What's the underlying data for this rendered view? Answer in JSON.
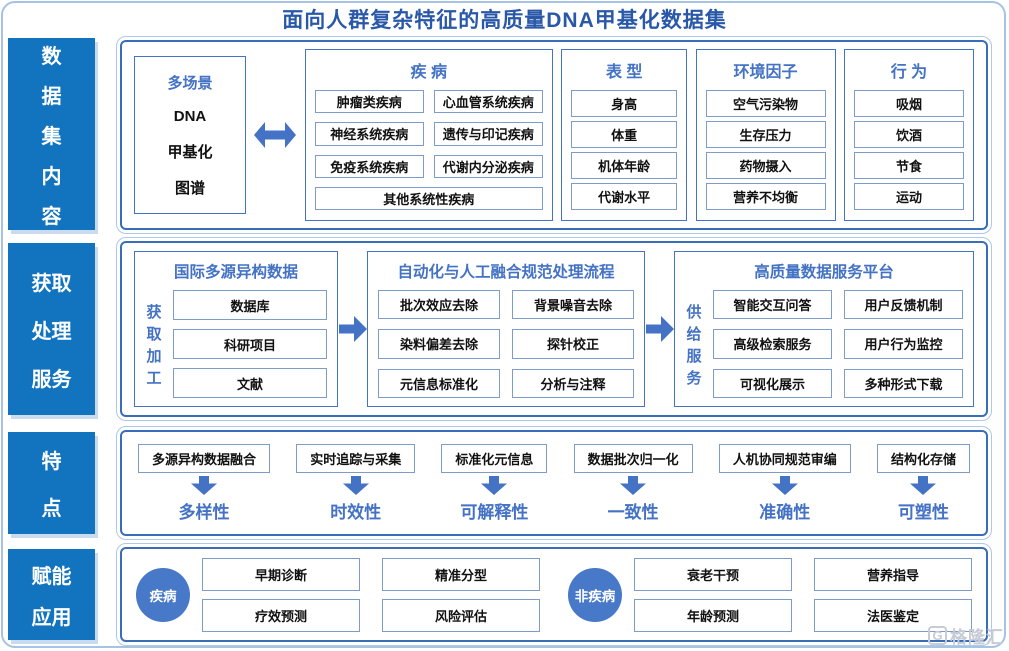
{
  "title": "面向人群复杂特征的高质量DNA甲基化数据集",
  "watermark": {
    "logo": "G",
    "text": "格隆汇"
  },
  "colors": {
    "sidebar_blue": "#1273BF",
    "accent_blue": "#4472C4",
    "container_border": "#3A6DB8",
    "item_border": "#7E9CC9",
    "title_blue": "#2A58A8",
    "circle_blue": "#4779C8"
  },
  "dataset": {
    "sidebar_chars": [
      "数",
      "据",
      "集",
      "内",
      "容"
    ],
    "scene": {
      "header": "多场景",
      "lines": [
        "DNA",
        "甲基化",
        "图谱"
      ]
    },
    "disease": {
      "header": "疾 病",
      "items": [
        "肿瘤类疾病",
        "心血管系统疾病",
        "神经系统疾病",
        "遗传与印记疾病",
        "免疫系统疾病",
        "代谢内分泌疾病"
      ],
      "wide_item": "其他系统性疾病"
    },
    "phenotype": {
      "header": "表 型",
      "items": [
        "身高",
        "体重",
        "机体年龄",
        "代谢水平"
      ]
    },
    "environment": {
      "header": "环境因子",
      "items": [
        "空气污染物",
        "生存压力",
        "药物摄入",
        "营养不均衡"
      ]
    },
    "behavior": {
      "header": "行 为",
      "items": [
        "吸烟",
        "饮酒",
        "节食",
        "运动"
      ]
    }
  },
  "pipeline": {
    "sidebar_lines": [
      "获取",
      "处理",
      "服务"
    ],
    "source": {
      "header": "国际多源异构数据",
      "vertical_chars": [
        "获",
        "取",
        "加",
        "工"
      ],
      "items": [
        "数据库",
        "科研项目",
        "文献"
      ]
    },
    "process": {
      "header": "自动化与人工融合规范处理流程",
      "items": [
        "批次效应去除",
        "背景噪音去除",
        "染料偏差去除",
        "探针校正",
        "元信息标准化",
        "分析与注释"
      ]
    },
    "platform": {
      "header": "高质量数据服务平台",
      "vertical_chars": [
        "供",
        "给",
        "服",
        "务"
      ],
      "items": [
        "智能交互问答",
        "用户反馈机制",
        "高级检索服务",
        "用户行为监控",
        "可视化展示",
        "多种形式下载"
      ]
    }
  },
  "features": {
    "sidebar_chars": [
      "特",
      "点"
    ],
    "items": [
      {
        "box": "多源异构数据融合",
        "label": "多样性"
      },
      {
        "box": "实时追踪与采集",
        "label": "时效性"
      },
      {
        "box": "标准化元信息",
        "label": "可解释性"
      },
      {
        "box": "数据批次归一化",
        "label": "一致性"
      },
      {
        "box": "人机协同规范审编",
        "label": "准确性"
      },
      {
        "box": "结构化存储",
        "label": "可塑性"
      }
    ]
  },
  "applications": {
    "sidebar_lines": [
      "赋能",
      "应用"
    ],
    "groups": [
      {
        "circle": "疾病",
        "items": [
          "早期诊断",
          "疗效预测",
          "精准分型",
          "风险评估"
        ]
      },
      {
        "circle": "非疾病",
        "items": [
          "衰老干预",
          "年龄预测",
          "营养指导",
          "法医鉴定"
        ]
      }
    ]
  }
}
